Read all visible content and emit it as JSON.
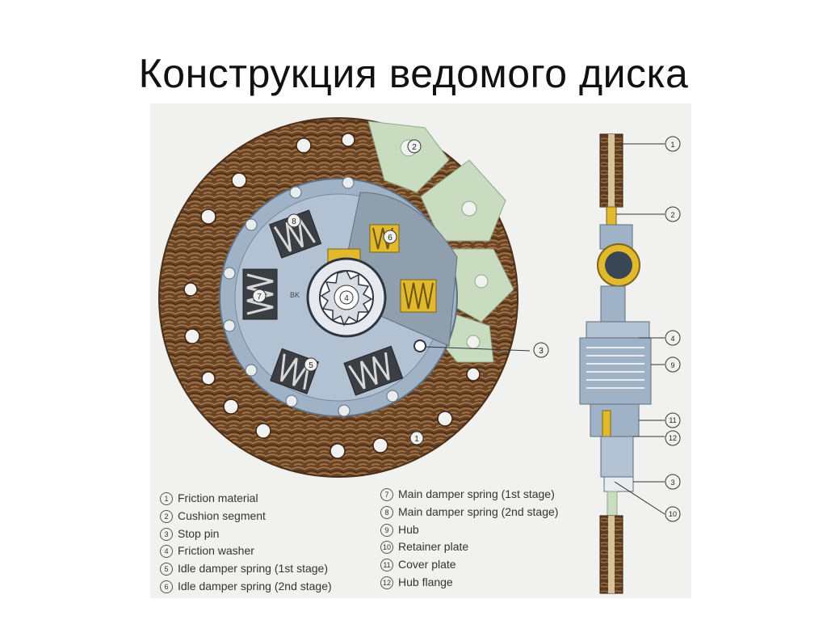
{
  "slide": {
    "title": "Конструкция ведомого диска"
  },
  "figure": {
    "main_callouts": [
      "1",
      "2",
      "3",
      "4",
      "5",
      "6",
      "7",
      "8"
    ],
    "hub_mark": "BK",
    "section_callouts": [
      "1",
      "2",
      "4",
      "9",
      "11",
      "12",
      "3",
      "10"
    ],
    "legend_left": [
      {
        "num": "1",
        "text": "Friction material"
      },
      {
        "num": "2",
        "text": "Cushion segment"
      },
      {
        "num": "3",
        "text": "Stop pin"
      },
      {
        "num": "4",
        "text": "Friction washer"
      },
      {
        "num": "5",
        "text": "Idle damper spring (1st stage)"
      },
      {
        "num": "6",
        "text": "Idle damper spring (2nd stage)"
      }
    ],
    "legend_right": [
      {
        "num": "7",
        "text": "Main damper spring (1st stage)"
      },
      {
        "num": "8",
        "text": "Main damper spring (2nd stage)"
      },
      {
        "num": "9",
        "text": "Hub"
      },
      {
        "num": "10",
        "text": "Retainer plate"
      },
      {
        "num": "11",
        "text": "Cover plate"
      },
      {
        "num": "12",
        "text": "Hub flange"
      }
    ]
  },
  "colors": {
    "friction": "#6b4425",
    "cushion": "#c9dcc0",
    "plate": "#9fb2c6",
    "spring": "#e0b92c"
  }
}
